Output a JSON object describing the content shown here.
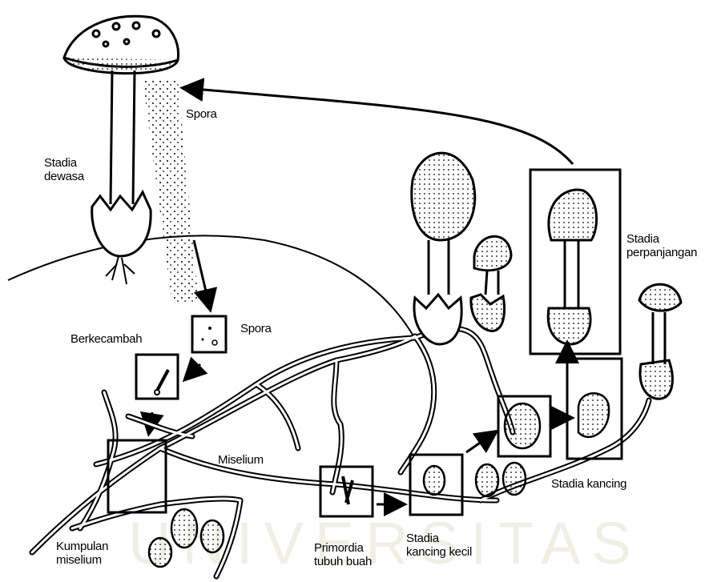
{
  "labels": {
    "spora_top": "Spora",
    "stadia_dewasa": "Stadia\ndewasa",
    "spora_box": "Spora",
    "berkecambah": "Berkecambah",
    "miselium": "Miselium",
    "kumpulan_miselium": "Kumpulan\nmiselium",
    "primordia": "Primordia\ntubuh buah",
    "kancing_kecil": "Stadia\nkancing kecil",
    "kancing": "Stadia kancing",
    "perpanjangan": "Stadia\nperpanjangan"
  },
  "watermark": "UNIVERSITAS",
  "colors": {
    "ink": "#000000",
    "watermark": "#e7e3cf"
  }
}
